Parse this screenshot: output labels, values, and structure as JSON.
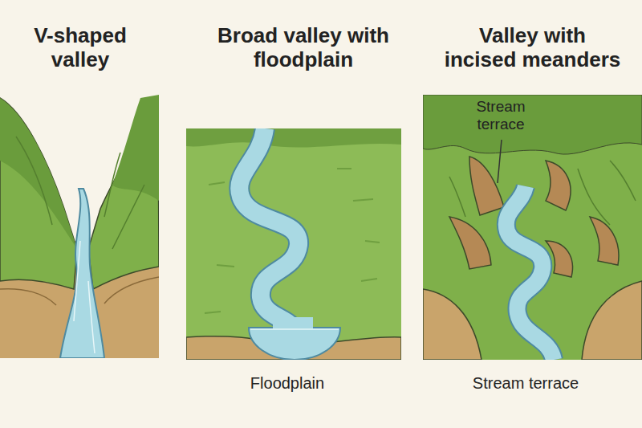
{
  "diagram": {
    "labels": [
      "V-shaped valley",
      "Broad valley with floodplain",
      "Valley with incised meanders",
      "Stream terrace",
      "Floodplain",
      "Stream terrace"
    ]
  }
}
